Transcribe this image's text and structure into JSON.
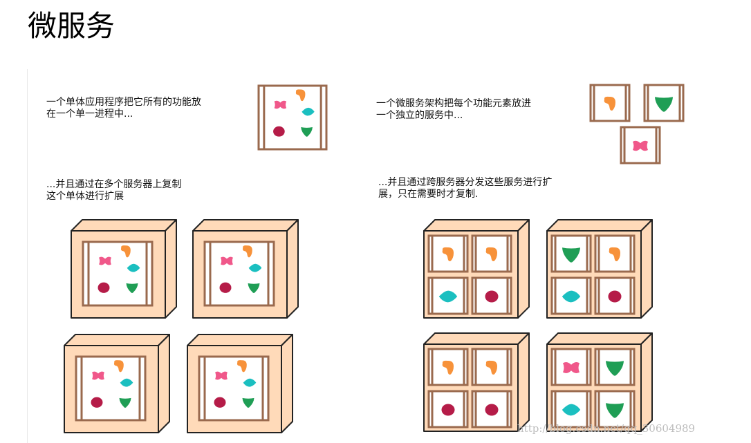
{
  "title": "微服务",
  "captions": {
    "mono_desc": "一个单体应用程序把它所有的功能放\n在一个单一进程中...",
    "mono_scale": "...并且通过在多个服务器上复制\n这个单体进行扩展",
    "micro_desc": "一个微服务架构把每个功能元素放进\n一个独立的服务中...",
    "micro_scale": "...并且通过跨服务器分发这些服务进行扩\n展，只在需要时才复制."
  },
  "watermark": "http://blog.csdn.net/qq_30604989",
  "colors": {
    "frame": "#9a6a4e",
    "server_fill": "#ffdab9",
    "server_stroke": "#222222",
    "pink": "#f0588a",
    "orange": "#f7923a",
    "teal": "#1bbfc0",
    "crimson": "#b51c48",
    "green": "#1f9e55"
  },
  "shape_names": {
    "pink": "pink-bowtie-icon",
    "orange": "orange-blob-icon",
    "teal": "teal-diamond-icon",
    "crimson": "crimson-circle-icon",
    "green": "green-shield-icon"
  },
  "micro_servers": [
    [
      "orange",
      "orange",
      "teal",
      "crimson"
    ],
    [
      "green",
      "orange",
      "teal",
      "crimson"
    ],
    [
      "orange",
      "orange",
      "crimson",
      "crimson"
    ],
    [
      "pink",
      "green",
      "teal",
      "green"
    ]
  ]
}
